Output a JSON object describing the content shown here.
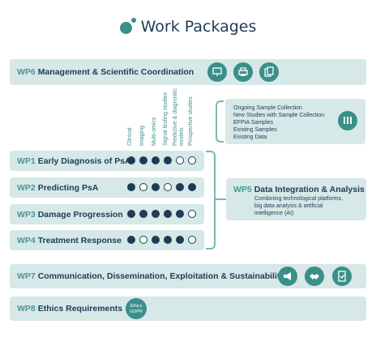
{
  "title": "Work Packages",
  "wp6": {
    "code": "WP6",
    "name": "Management & Scientific Coordination",
    "icons": [
      "presentation-icon",
      "printer-icon",
      "documents-icon"
    ]
  },
  "columns": [
    "Clinical",
    "Imaging",
    "Multi-omics",
    "Signal finding studies",
    "Predictive & diagnostic models",
    "Prospective studies"
  ],
  "samples": {
    "items": [
      "Ongoing Sample Collection",
      "New Studies with Sample Collection",
      "EFPIA Samples",
      "Existing Samples",
      "Existing Data"
    ],
    "icon": "test-tubes-icon"
  },
  "rows": [
    {
      "code": "WP1",
      "name": "Early Diagnosis of PsA",
      "dots": [
        1,
        1,
        1,
        1,
        0,
        0
      ]
    },
    {
      "code": "WP2",
      "name": "Predicting PsA",
      "dots": [
        1,
        0,
        1,
        0,
        1,
        1
      ]
    },
    {
      "code": "WP3",
      "name": "Damage Progression",
      "dots": [
        1,
        1,
        1,
        1,
        1,
        0
      ]
    },
    {
      "code": "WP4",
      "name": "Treatment Response",
      "dots": [
        1,
        0,
        1,
        1,
        1,
        0
      ]
    }
  ],
  "wp5": {
    "code": "WP5",
    "name": "Data Integration & Analysis",
    "desc": [
      "Combining technological platforms,",
      "big data analysis & artificial",
      "intelligence (AI)"
    ]
  },
  "wp7": {
    "code": "WP7",
    "name": "Communication, Dissemination, Exploitation & Sustainability",
    "icons": [
      "megaphone-icon",
      "handshake-icon",
      "document-check-icon"
    ]
  },
  "wp8": {
    "code": "WP8",
    "name": "Ethics Requirements",
    "badge": [
      "Ethics",
      "GDPR"
    ]
  },
  "colors": {
    "bar": "#d6e8e7",
    "accent": "#3a8f8a",
    "dark": "#1f3b57",
    "code": "#4a9792"
  }
}
